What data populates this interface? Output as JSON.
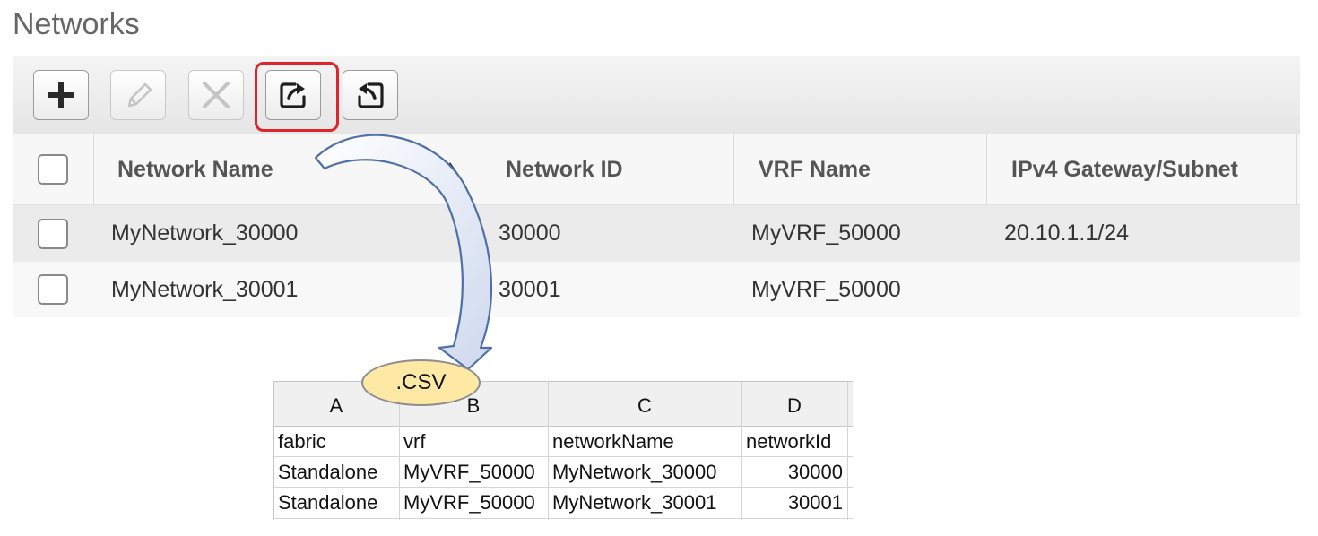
{
  "page": {
    "title": "Networks"
  },
  "toolbar": {
    "buttons": [
      {
        "name": "add-button",
        "icon": "plus-icon",
        "enabled": true
      },
      {
        "name": "edit-button",
        "icon": "pencil-icon",
        "enabled": false
      },
      {
        "name": "delete-button",
        "icon": "x-icon",
        "enabled": false
      },
      {
        "name": "export-button",
        "icon": "export-icon",
        "enabled": true,
        "highlighted": true
      },
      {
        "name": "import-button",
        "icon": "import-icon",
        "enabled": true
      }
    ],
    "highlight_color": "#e0242b"
  },
  "table": {
    "columns": [
      "Network Name",
      "Network ID",
      "VRF Name",
      "IPv4 Gateway/Subnet"
    ],
    "sort": {
      "column": "Network Name",
      "direction": "ascending"
    },
    "rows": [
      {
        "network_name": "MyNetwork_30000",
        "network_id": "30000",
        "vrf_name": "MyVRF_50000",
        "ipv4_gateway": "20.10.1.1/24"
      },
      {
        "network_name": "MyNetwork_30001",
        "network_id": "30001",
        "vrf_name": "MyVRF_50000",
        "ipv4_gateway": ""
      }
    ]
  },
  "callout": {
    "label": ".CSV",
    "fill_color": "#fde9a4",
    "arrow_color": "#4f6fa8"
  },
  "spreadsheet": {
    "column_letters": [
      "A",
      "B",
      "C",
      "D"
    ],
    "header": [
      "fabric",
      "vrf",
      "networkName",
      "networkId"
    ],
    "rows": [
      [
        "Standalone",
        "MyVRF_50000",
        "MyNetwork_30000",
        "30000"
      ],
      [
        "Standalone",
        "MyVRF_50000",
        "MyNetwork_30001",
        "30001"
      ]
    ]
  }
}
